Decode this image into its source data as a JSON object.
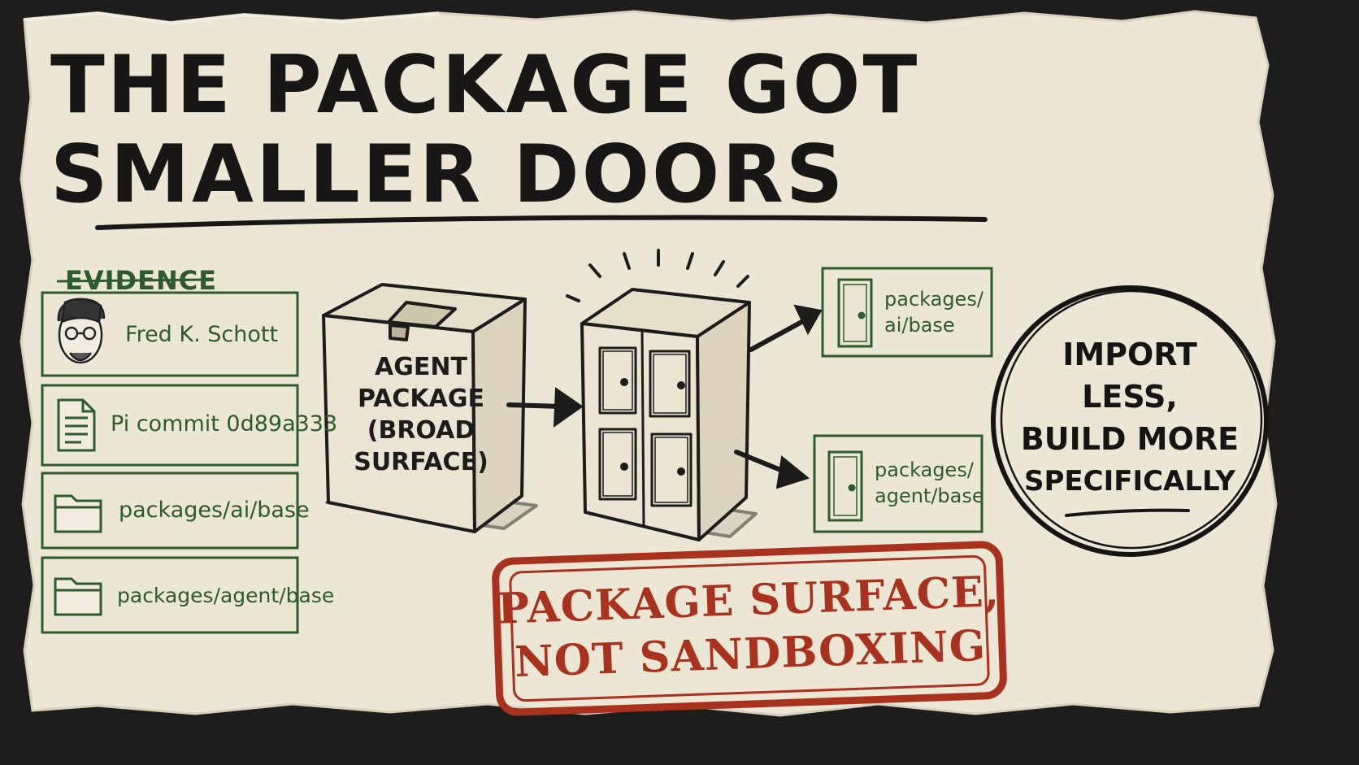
{
  "title": {
    "line1": "THE PACKAGE GOT",
    "line2": "SMALLER DOORS"
  },
  "evidence": {
    "heading": "EVIDENCE",
    "items": [
      {
        "label": "Fred K. Schott",
        "icon": "person-portrait-icon"
      },
      {
        "label": "Pi commit 0d89a333",
        "icon": "document-icon"
      },
      {
        "label": "packages/ai/base",
        "icon": "folder-icon"
      },
      {
        "label": "packages/agent/base",
        "icon": "folder-icon"
      }
    ]
  },
  "diagram": {
    "box_label": [
      "AGENT",
      "PACKAGE",
      "(BROAD",
      "SURFACE)"
    ],
    "cabinet_icon": "double-door-cabinet-icon",
    "outputs": [
      {
        "line1": "packages/",
        "line2": "ai/base",
        "icon": "door-icon"
      },
      {
        "line1": "packages/",
        "line2": "agent/base",
        "icon": "door-icon"
      }
    ]
  },
  "circle_note": [
    "IMPORT",
    "LESS,",
    "BUILD MORE",
    "SPECIFICALLY"
  ],
  "stamp": {
    "line1": "PACKAGE SURFACE,",
    "line2": "NOT SANDBOXING"
  },
  "colors": {
    "ink": "#181716",
    "evidence_green": "#2d5a2e",
    "stamp_red": "#a8321d",
    "paper": "#ece6d5",
    "background": "#1f1d1b"
  }
}
